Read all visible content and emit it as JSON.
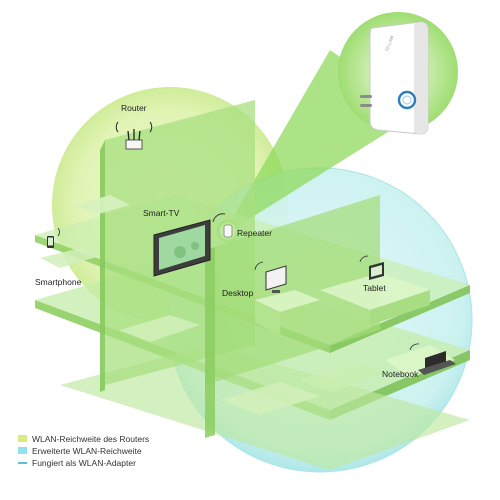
{
  "labels": {
    "router": "Router",
    "smart_tv": "Smart-TV",
    "repeater": "Repeater",
    "smartphone": "Smartphone",
    "desktop": "Desktop",
    "tablet": "Tablet",
    "notebook": "Notebook"
  },
  "device_brand": "TP-LINK",
  "legend": {
    "items": [
      {
        "text": "WLAN-Reichweite des Routers",
        "color": "#d9ec82"
      },
      {
        "text": "Erweiterte WLAN-Reichweite",
        "color": "#8fe3ec"
      },
      {
        "text": "Fungiert als WLAN-Adapter",
        "color": "#5fbfd9"
      }
    ]
  },
  "colors": {
    "router_zone": "#d8f0a6",
    "extended_zone": "#c5f0ee",
    "floor": "#b9e88e",
    "wall": "#a7de7c",
    "beam": "#8fd95e"
  }
}
